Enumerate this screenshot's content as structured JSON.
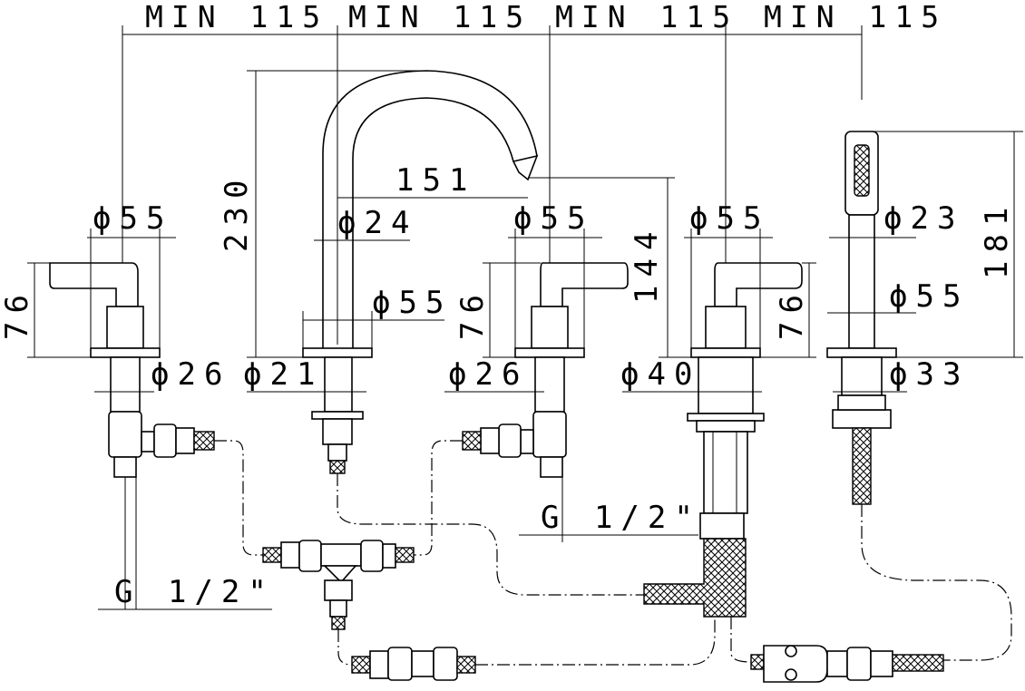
{
  "dimensions": {
    "spacing": [
      "MIN 115",
      "MIN 115",
      "MIN 115",
      "MIN 115"
    ],
    "handle_left": {
      "diameter_top": "ϕ55",
      "height": "76",
      "diameter_bottom": "ϕ26"
    },
    "spout": {
      "height": "230",
      "reach": "151",
      "diameter_neck": "ϕ24",
      "diameter_base": "ϕ55",
      "diameter_shank": "ϕ21"
    },
    "handle_right": {
      "diameter_top": "ϕ55",
      "height": "76",
      "diameter_bottom": "ϕ26"
    },
    "diverter": {
      "outlet_height": "144",
      "diameter_top": "ϕ55",
      "height": "76",
      "diameter_bottom": "ϕ40"
    },
    "hand_shower": {
      "height": "181",
      "diameter_handle": "ϕ23",
      "diameter_base": "ϕ55",
      "diameter_shank": "ϕ33"
    },
    "threads": [
      "G 1/2\"",
      "G 1/2\""
    ]
  }
}
